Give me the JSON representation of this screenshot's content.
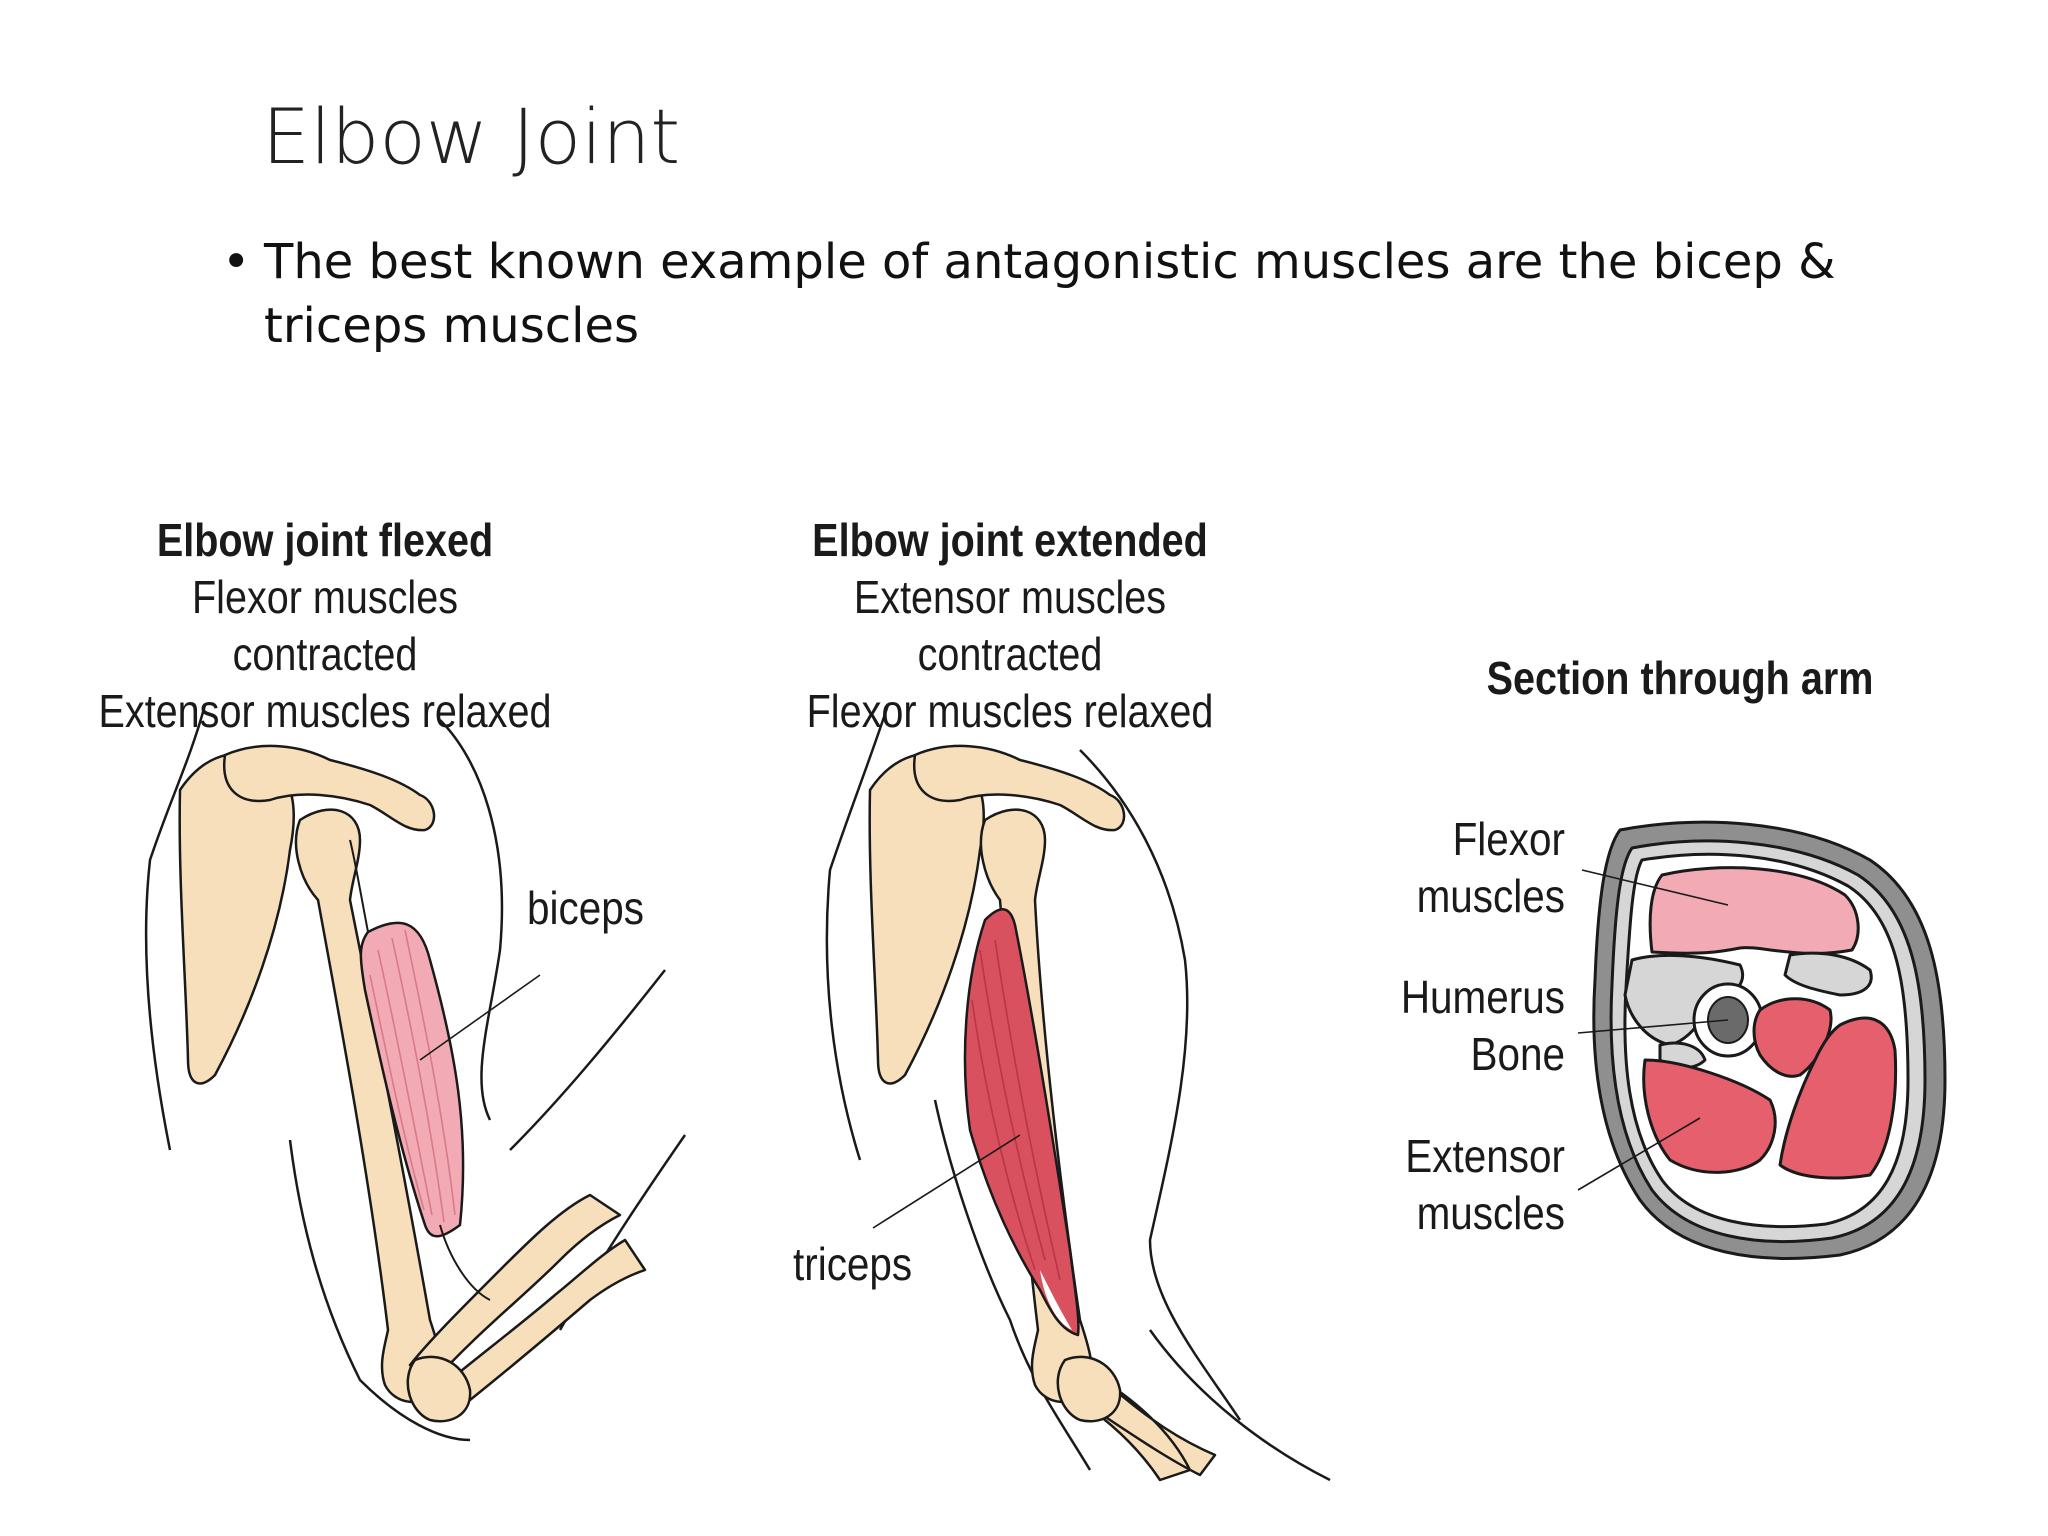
{
  "slide": {
    "title": "Elbow Joint",
    "bullet_marker": "•",
    "bullet": "The best known example of antagonistic muscles are the bicep & triceps muscles"
  },
  "panels": {
    "flexed": {
      "heading": "Elbow joint flexed",
      "line1": "Flexor muscles contracted",
      "line2": "Extensor muscles relaxed",
      "label": "biceps"
    },
    "extended": {
      "heading": "Elbow joint extended",
      "line1": "Extensor muscles contracted",
      "line2": "Flexor muscles relaxed",
      "label": "triceps"
    },
    "section": {
      "heading": "Section through arm",
      "flexor_1": "Flexor",
      "flexor_2": "muscles",
      "humerus_1": "Humerus",
      "humerus_2": "Bone",
      "extensor_1": "Extensor",
      "extensor_2": "muscles"
    }
  },
  "colors": {
    "bone": "#f6dfba",
    "bone_shade": "#e7c6a0",
    "biceps": "#f2aab4",
    "triceps": "#d9505f",
    "section_flexor": "#f2aab4",
    "section_extensor": "#e55f6d",
    "section_gray": "#d6d6d6",
    "outline": "#1a1a1a"
  }
}
